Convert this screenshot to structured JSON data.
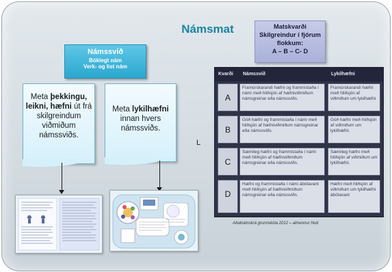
{
  "title": "Námsmat",
  "namssvid_box": {
    "line1": "Námssvið",
    "line2": "Bóklegt nám",
    "line3": "Verk- og list nám"
  },
  "matskvardi_box": {
    "line1": "Matskvarði",
    "line2": "Skilgreindur í fjórum",
    "line3": "flokkum:",
    "line4": "A – B – C- D"
  },
  "doc_left": {
    "pre": "Meta ",
    "bold": "þekkingu, leikni, hæfni",
    "post": " út frá skilgreindum viðmiðum námssviðs."
  },
  "doc_right": {
    "pre": "Meta ",
    "bold": "lykilhæfni",
    "post": " innan hvers námssviðs."
  },
  "stray_letter": "L",
  "table": {
    "headers": [
      "Kvarði",
      "Námssvið",
      "Lykilhæfni"
    ],
    "rows": [
      {
        "grade": "A",
        "namssvid": "Framúrskarandi hæfni og frammistaða í námi með hliðsjón af hæfniviðmiðum námsgreinar eða námssviðs.",
        "lykilhaefni": "Framúrskarandi hæfni með hliðsjón af viðmiðum um lykilhæfni"
      },
      {
        "grade": "B",
        "namssvid": "Góð hæfni og frammistaða í námi með hliðsjón af hæfniviðmiðum námsgreinar eða námssviðs.",
        "lykilhaefni": "Góð hæfni með hliðsjón af viðmiðum um lykilhæfni."
      },
      {
        "grade": "C",
        "namssvid": "Sæmileg hæfni og frammistaða í námi með hliðsjón af hæfniviðmiðum námsgreinar eða námssviðs.",
        "lykilhaefni": "Sæmileg hæfni með hliðsjón af viðmiðum um lykilhæfni."
      },
      {
        "grade": "D",
        "namssvid": "Hæfni og frammistaða í námi ábótavant með hliðsjón af hæfniviðmiðum námsgreinar eða námssviðs.",
        "lykilhaefni": "Hæfni með hliðsjón af viðmiðum um lykilhæfni ábótavant"
      }
    ]
  },
  "footer": "Aðalnámskrá grunnskóla 2012 – almennur hluti"
}
